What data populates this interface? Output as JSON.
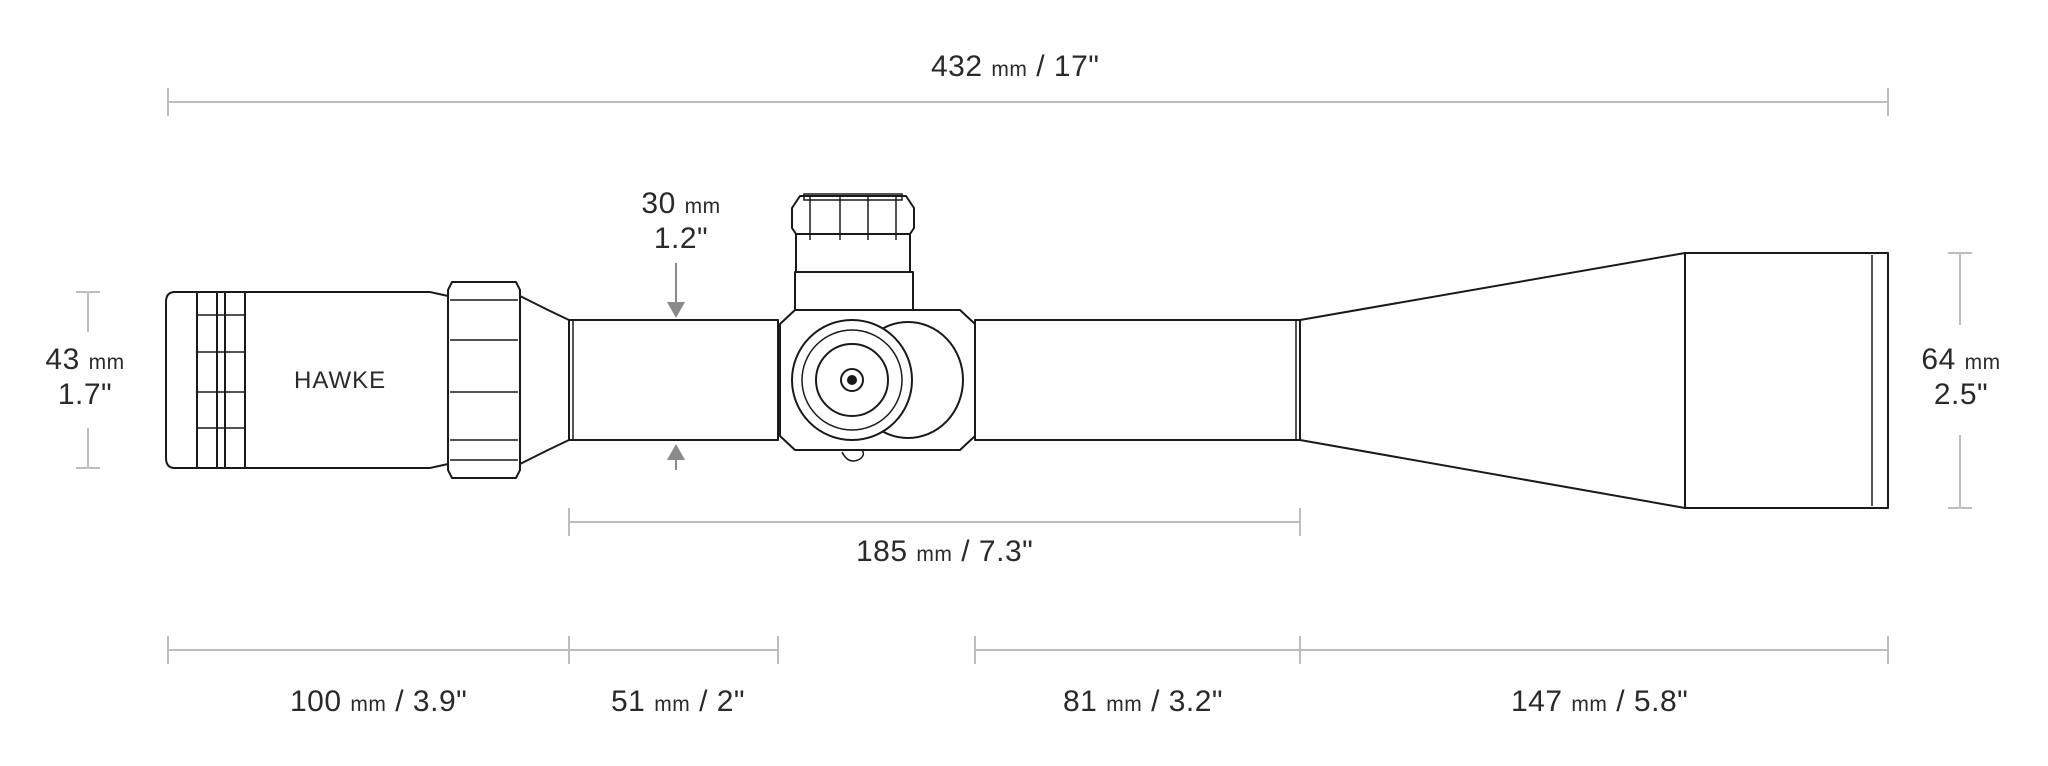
{
  "brand": "HAWKE",
  "dimensions": {
    "overall_length": {
      "mm_value": "432",
      "mm_unit": "mm",
      "imperial": "/ 17\""
    },
    "tube_diameter": {
      "mm_value": "30",
      "mm_unit": "mm",
      "imperial": "1.2\""
    },
    "eyepiece_diameter": {
      "mm_value": "43",
      "mm_unit": "mm",
      "imperial": "1.7\""
    },
    "objective_diameter": {
      "mm_value": "64",
      "mm_unit": "mm",
      "imperial": "2.5\""
    },
    "mount_length": {
      "mm_value": "185",
      "mm_unit": "mm",
      "imperial": "/ 7.3\""
    },
    "eyepiece_length": {
      "mm_value": "100",
      "mm_unit": "mm",
      "imperial": "/ 3.9\""
    },
    "rear_tube_length": {
      "mm_value": "51",
      "mm_unit": "mm",
      "imperial": "/ 2\""
    },
    "front_tube_length": {
      "mm_value": "81",
      "mm_unit": "mm",
      "imperial": "/ 3.2\""
    },
    "objective_bell_length": {
      "mm_value": "147",
      "mm_unit": "mm",
      "imperial": "/ 5.8\""
    }
  }
}
